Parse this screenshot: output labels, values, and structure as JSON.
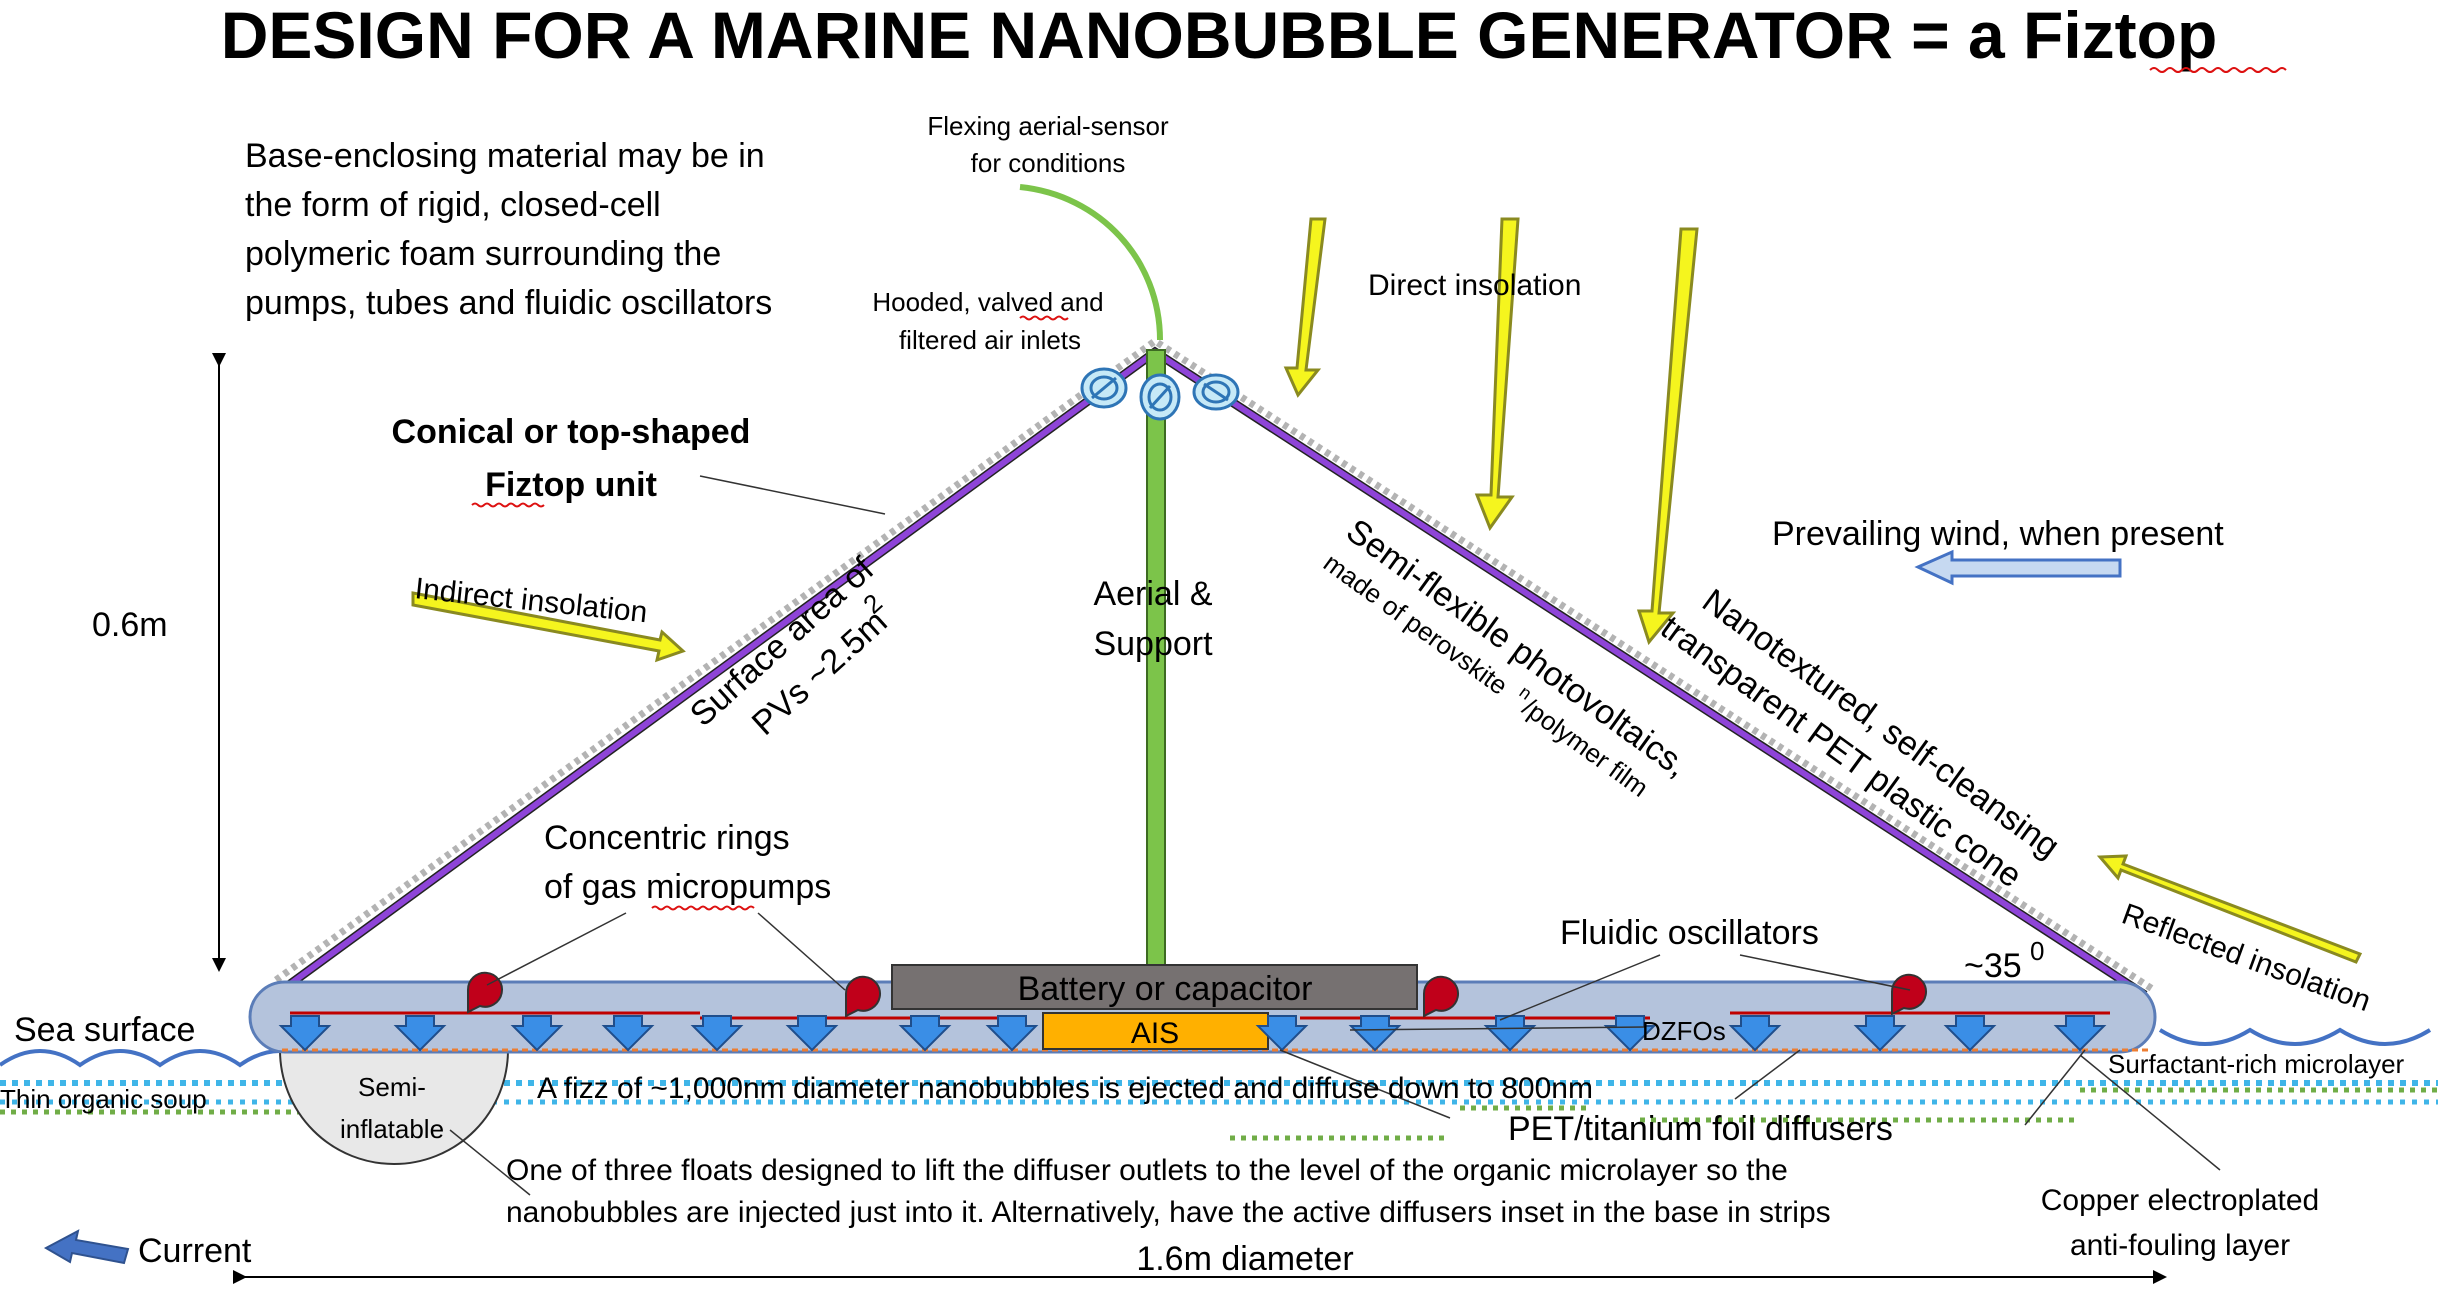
{
  "title": "DESIGN FOR A MARINE NANOBUBBLE GENERATOR = a Fiztop",
  "labels": {
    "flex_aerial_1": "Flexing aerial-sensor",
    "flex_aerial_2": "for conditions",
    "base_material_1": "Base-enclosing material may be in",
    "base_material_2": "the form of rigid, closed-cell",
    "base_material_3": "polymeric foam surrounding the",
    "base_material_4": "pumps, tubes and fluidic oscillators",
    "hooded_1": "Hooded, valved and",
    "hooded_2": "filtered air inlets",
    "direct_insolation": "Direct insolation",
    "conical_1": "Conical or top-shaped",
    "conical_2": "Fiztop unit",
    "prevailing_wind": "Prevailing wind, when present",
    "height": "0.6m",
    "indirect_insolation": "Indirect insolation",
    "aerial_1": "Aerial &",
    "aerial_2": "Support",
    "surface_area_1": "Surface area of",
    "surface_area_2": "PVs ~2.5m",
    "surface_area_sup": "2",
    "semi_flex_1": "Semi-flexible photovoltaics,",
    "semi_flex_2a": "made of perovskite",
    "semi_flex_2sup": "n",
    "semi_flex_2b": "/polymer film",
    "nanotextured_1": "Nanotextured, self-cleansing",
    "nanotextured_2": "transparent PET plastic cone",
    "concentric_1": "Concentric rings",
    "concentric_2": "of gas micropumps",
    "fluidic_oscillators": "Fluidic oscillators",
    "angle": "~35",
    "angle_sup": "0",
    "reflected_insolation": "Reflected insolation",
    "battery": "Battery or capacitor",
    "ais": "AIS",
    "dzfos": "DZFOs",
    "sea_surface": "Sea surface",
    "surfactant": "Surfactant-rich microlayer",
    "thin_soup": "Thin organic soup",
    "semi_inflatable_1": "Semi-",
    "semi_inflatable_2": "inflatable",
    "fizz": "A fizz of ~1,000nm diameter nanobubbles is ejected and diffuse down to 800nm",
    "diffusers": "PET/titanium foil diffusers",
    "floats_1": "One of three floats designed to lift the diffuser outlets to the level of the organic microlayer so the",
    "floats_2": "nanobubbles are injected just into it. Alternatively, have the active diffusers inset in the base in strips",
    "copper_1": "Copper electroplated",
    "copper_2": "anti-fouling layer",
    "current": "Current",
    "diameter": "1.6m diameter"
  },
  "colors": {
    "pv_stroke": "#8e44d8",
    "pv_dots": "#b3b3b3",
    "base_fill": "#b4c3dc",
    "base_stroke": "#5b7db8",
    "mast": "#7cc44a",
    "sunbeam": "#f5f51e",
    "sunbeam_stroke": "#8a8a20",
    "wind_fill": "#c6d9f1",
    "wind_stroke": "#4472c4",
    "pump": "#c0001a",
    "nozzle": "#3a8ee6",
    "battery": "#767171",
    "ais": "#ffb000",
    "sea_wave": "#4472c4",
    "microlayer_blue": "#3fb5e8",
    "microlayer_green": "#70ad47"
  }
}
